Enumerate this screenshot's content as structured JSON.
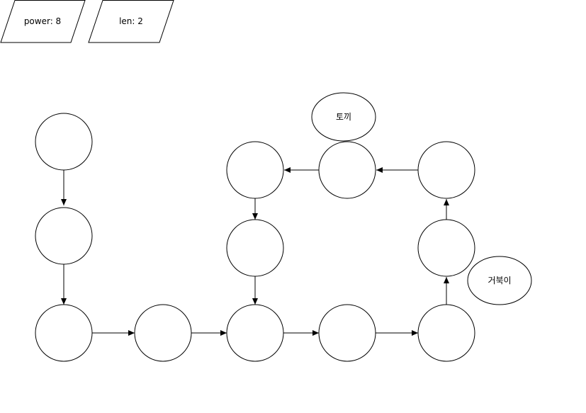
{
  "info_boxes": [
    {
      "id": "power",
      "text": "power: 8"
    },
    {
      "id": "len",
      "text": "len: 2"
    }
  ],
  "annotations": [
    {
      "id": "rabbit",
      "text": "토끼"
    },
    {
      "id": "turtle",
      "text": "거북이"
    }
  ],
  "colors": {
    "stroke": "#000000",
    "fill": "#ffffff"
  }
}
